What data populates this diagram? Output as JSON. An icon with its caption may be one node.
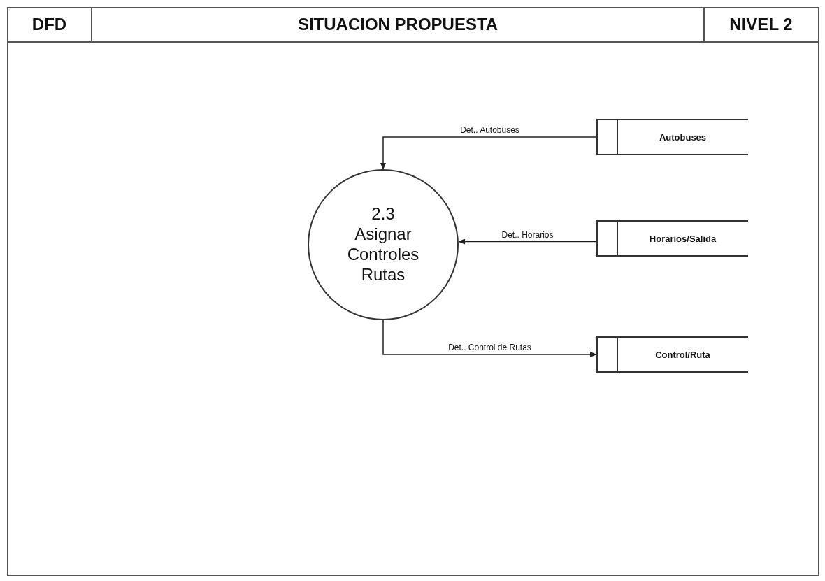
{
  "diagram": {
    "title": "SITUACION PROPUESTA",
    "nodes": [
      {
        "text": [
          "2.3",
          "Asignar Controles Rutas"
        ]
      },
      {
        "text": [
          "Autobuses"
        ]
      },
      {
        "text": [
          "Horarios/Salida"
        ]
      },
      {
        "text": [
          "Control/Ruta"
        ]
      }
    ],
    "edges": [
      {
        "from": 1,
        "to": 0,
        "arrow": "to",
        "label": "Det.. Autobuses"
      },
      {
        "from": 2,
        "to": 0,
        "arrow": "to",
        "label": "Det.. Horarios"
      },
      {
        "from": 0,
        "to": 3,
        "arrow": "to",
        "label": "Det.. Control de Rutas"
      }
    ],
    "labels": [
      "DFD",
      "NIVEL 2"
    ]
  }
}
